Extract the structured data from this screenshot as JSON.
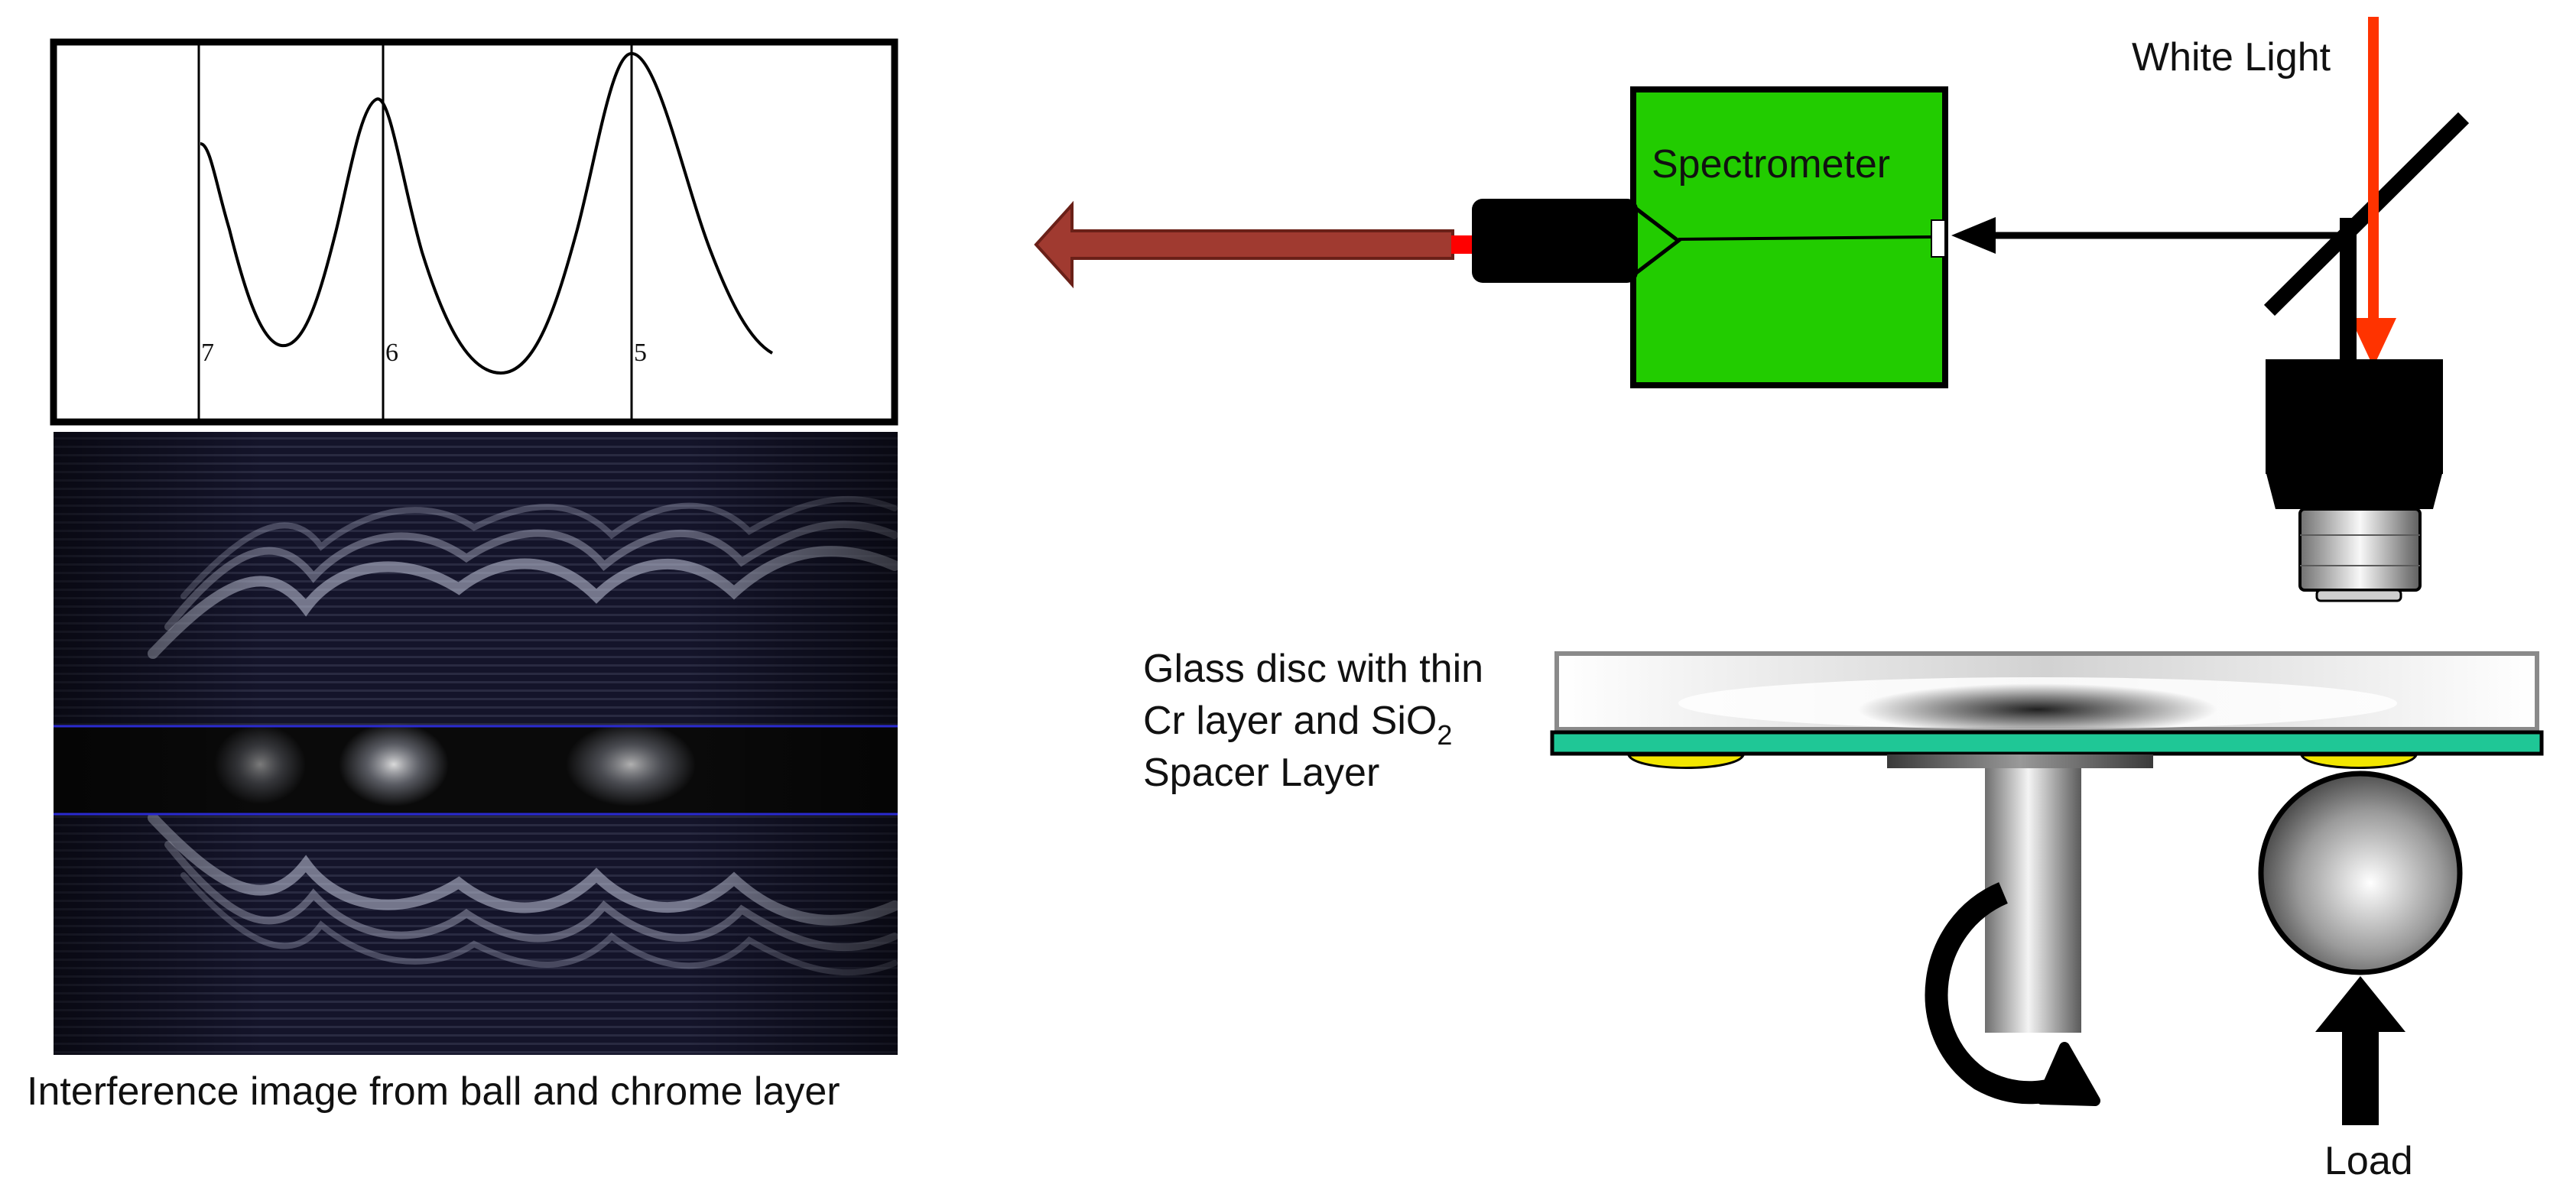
{
  "spectrum_panel": {
    "order_labels": [
      "7",
      "6",
      "5"
    ]
  },
  "interference_caption": "Interference  image from ball and chrome layer",
  "setup": {
    "spectrometer_label": "Spectrometer",
    "white_light_label": "White Light",
    "glass_disc_label_line1": "Glass disc  with thin",
    "glass_disc_label_line2_prefix": "Cr layer and SiO",
    "glass_disc_label_line2_sub": "2",
    "glass_disc_label_line3": "Spacer Layer",
    "load_label": "Load"
  },
  "colors": {
    "spectrometer_fill": "#22cc00",
    "white_light_arrow": "#ff3300",
    "output_arrow": "#a03a30",
    "spacer_layer": "#1fc796",
    "contact_patch": "#f2e600",
    "interference_background": "#14142a"
  }
}
